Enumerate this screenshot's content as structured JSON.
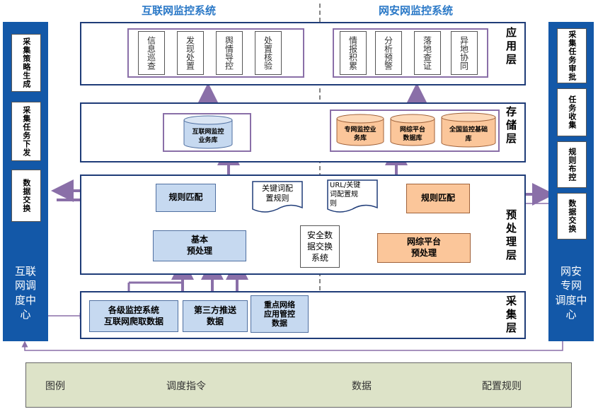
{
  "titles": {
    "left": "互联网监控系统",
    "right": "网安网监控系统"
  },
  "layers": {
    "app": "应用层",
    "storage": "存储层",
    "preprocess": "预处理层",
    "collect": "采集层"
  },
  "left_panel": {
    "boxes": [
      "采集策略生成",
      "采集任务下发",
      "数据交换"
    ],
    "center": [
      "互联",
      "网调",
      "度中",
      "心"
    ]
  },
  "right_panel": {
    "boxes": [
      "采集任务审批",
      "任务收集",
      "规则布控",
      "数据交换"
    ],
    "center": [
      "网安",
      "专网",
      "调度中",
      "心"
    ]
  },
  "apps_left": [
    "信息巡查",
    "发现处置",
    "舆情导控",
    "处置核验"
  ],
  "apps_right": [
    "情报积累",
    "分析预警",
    "落地查证",
    "异地协同"
  ],
  "db_left": [
    "互联网监控",
    "业务库"
  ],
  "db_right": [
    {
      "l1": "专网监控业",
      "l2": "务库"
    },
    {
      "l1": "网综平台",
      "l2": "数据库"
    },
    {
      "l1": "全国监控基础",
      "l2": "库"
    }
  ],
  "rule_match_left": "规则匹配",
  "rule_match_right": "规则匹配",
  "keyword_rule": [
    "关键词配",
    "置规则"
  ],
  "url_rule": [
    "URL/关键",
    "词配置规",
    "则"
  ],
  "basic_pre": [
    "基本",
    "预处理"
  ],
  "exchange": [
    "安全数",
    "据交换",
    "系统"
  ],
  "netcomp_pre": [
    "网综平台",
    "预处理"
  ],
  "collect": [
    [
      "各级监控系统",
      "互联网爬取数据"
    ],
    [
      "第三方推送",
      "数据"
    ],
    [
      "重点网络",
      "应用管控",
      "数据"
    ]
  ],
  "legend": {
    "title": "图例",
    "dispatch": "调度指令",
    "data": "数据",
    "config": "配置规则"
  },
  "colors": {
    "side_blue": "#1358a8",
    "arrow": "#8a6fa8",
    "light_blue": "#c6d9f0",
    "orange": "#fbc69a",
    "layer_border": "#1f3c78"
  }
}
